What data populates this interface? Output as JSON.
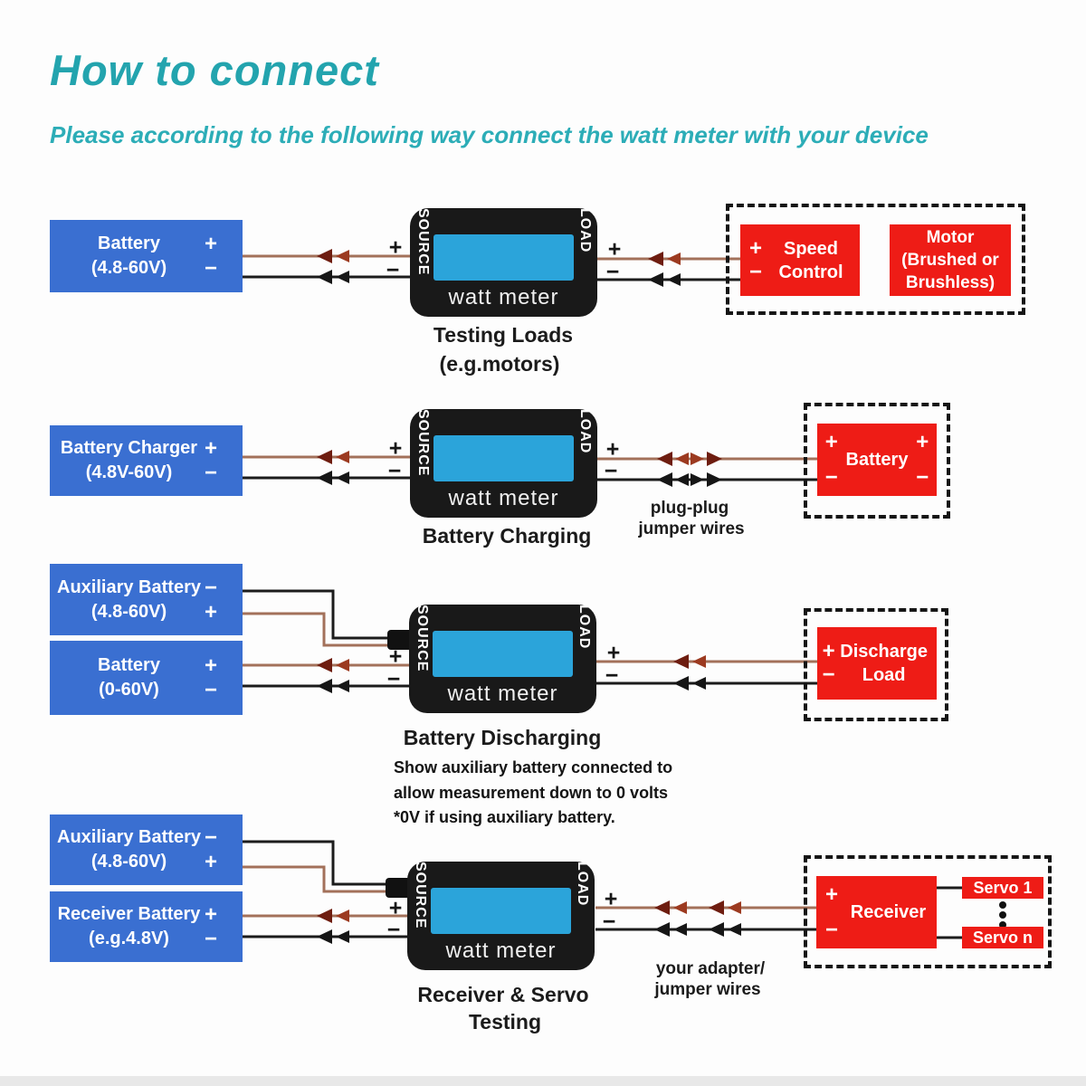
{
  "header": {
    "title": "How to connect",
    "subtitle": "Please according to the following way connect the watt meter with your device"
  },
  "meter": {
    "source": "SOURCE",
    "load": "LOAD",
    "name": "watt meter"
  },
  "sym": {
    "plus": "+",
    "minus": "−"
  },
  "colors": {
    "accent_teal": "#23a4ae",
    "box_blue": "#3a6fd1",
    "box_red": "#ee1c16",
    "meter_body": "#191919",
    "screen_blue": "#2ba4da",
    "wire_plus": "#a3715a",
    "wire_minus": "#1c1c1c"
  },
  "row1": {
    "source_box": {
      "line1": "Battery",
      "line2": "(4.8-60V)"
    },
    "caption1": "Testing Loads",
    "caption2": "(e.g.motors)",
    "speed_box": {
      "line1": "Speed",
      "line2": "Control"
    },
    "motor_box": {
      "line1": "Motor",
      "line2": "(Brushed or",
      "line3": "Brushless)"
    }
  },
  "row2": {
    "source_box": {
      "line1": "Battery Charger",
      "line2": "(4.8V-60V)"
    },
    "caption": "Battery Charging",
    "wire_note1": "plug-plug",
    "wire_note2": "jumper wires",
    "battery_box": "Battery"
  },
  "row3": {
    "aux_box": {
      "line1": "Auxiliary Battery",
      "line2": "(4.8-60V)"
    },
    "battery_box": {
      "line1": "Battery",
      "line2": "(0-60V)"
    },
    "caption": "Battery Discharging",
    "note1": "Show auxiliary battery connected to",
    "note2": "allow measurement down to 0 volts",
    "note3": "*0V if using auxiliary battery.",
    "load_box": {
      "line1": "Discharge",
      "line2": "Load"
    }
  },
  "row4": {
    "aux_box": {
      "line1": "Auxiliary Battery",
      "line2": "(4.8-60V)"
    },
    "recv_box": {
      "line1": "Receiver Battery",
      "line2": "(e.g.4.8V)"
    },
    "caption1": "Receiver & Servo",
    "caption2": "Testing",
    "wire_note1": "your adapter/",
    "wire_note2": "jumper wires",
    "receiver_box": "Receiver",
    "servo1": "Servo 1",
    "servon": "Servo n"
  }
}
